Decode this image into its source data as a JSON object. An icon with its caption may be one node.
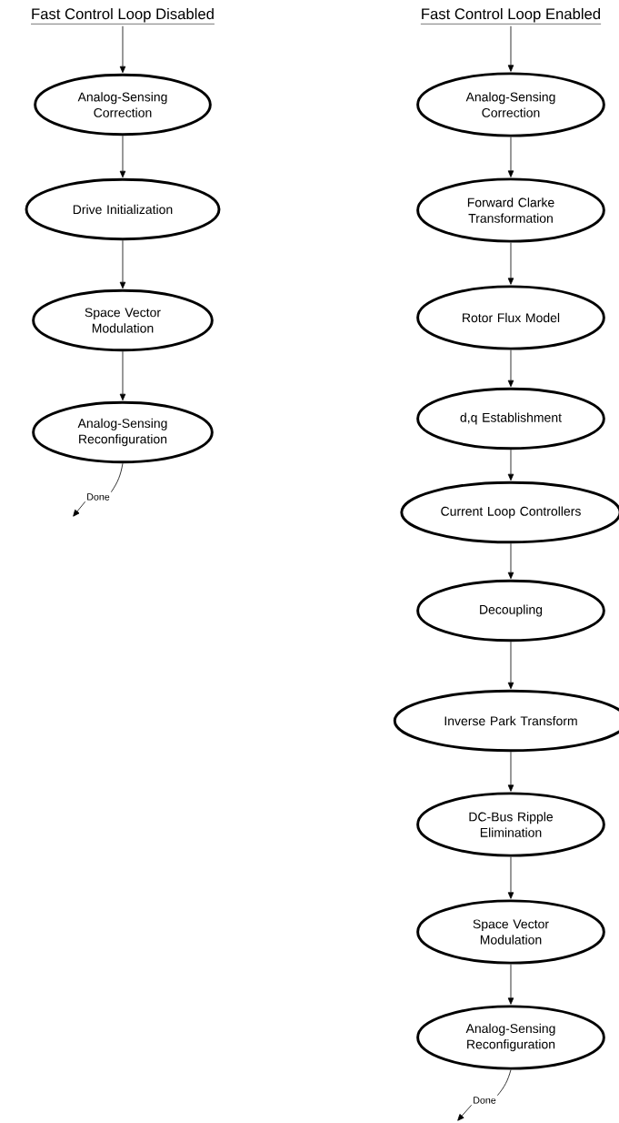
{
  "diagram": {
    "nodes": [
      {
        "text": [
          "Fast Control Loop Disabled"
        ]
      },
      {
        "text": [
          "Analog-Sensing Correction"
        ]
      },
      {
        "text": [
          "Drive Initialization"
        ]
      },
      {
        "text": [
          "Space Vector Modulation"
        ]
      },
      {
        "text": [
          "Analog-Sensing Reconfiguration"
        ]
      },
      {
        "text": [
          "Done"
        ]
      },
      {
        "text": [
          "Fast Control Loop Enabled"
        ]
      },
      {
        "text": [
          "Analog-Sensing Correction"
        ]
      },
      {
        "text": [
          "Forward Clarke Transformation"
        ]
      },
      {
        "text": [
          "Rotor Flux Model"
        ]
      },
      {
        "text": [
          "d,q Establishment"
        ]
      },
      {
        "text": [
          "Current Loop Controllers"
        ]
      },
      {
        "text": [
          "Decoupling"
        ]
      },
      {
        "text": [
          "Inverse Park Transform"
        ]
      },
      {
        "text": [
          "DC-Bus Ripple Elimination"
        ]
      },
      {
        "text": [
          "Space Vector Modulation"
        ]
      },
      {
        "text": [
          "Analog-Sensing Reconfiguration"
        ]
      },
      {
        "text": [
          "Done"
        ]
      }
    ],
    "edges": [
      {
        "from": 0,
        "to": 1,
        "arrow": "to"
      },
      {
        "from": 1,
        "to": 2,
        "arrow": "to"
      },
      {
        "from": 2,
        "to": 3,
        "arrow": "to"
      },
      {
        "from": 3,
        "to": 4,
        "arrow": "to"
      },
      {
        "from": 4,
        "to": 5,
        "arrow": "none"
      },
      {
        "from": 5,
        "to": null,
        "arrow": "to"
      },
      {
        "from": 6,
        "to": 7,
        "arrow": "to"
      },
      {
        "from": 7,
        "to": 8,
        "arrow": "to"
      },
      {
        "from": 8,
        "to": 9,
        "arrow": "to"
      },
      {
        "from": 9,
        "to": 10,
        "arrow": "to"
      },
      {
        "from": 10,
        "to": 11,
        "arrow": "to"
      },
      {
        "from": 11,
        "to": 12,
        "arrow": "to"
      },
      {
        "from": 12,
        "to": 13,
        "arrow": "to"
      },
      {
        "from": 13,
        "to": 14,
        "arrow": "to"
      },
      {
        "from": 14,
        "to": 15,
        "arrow": "to"
      },
      {
        "from": 15,
        "to": 16,
        "arrow": "to"
      },
      {
        "from": 16,
        "to": 17,
        "arrow": "none"
      },
      {
        "from": 17,
        "to": null,
        "arrow": "to"
      }
    ]
  }
}
